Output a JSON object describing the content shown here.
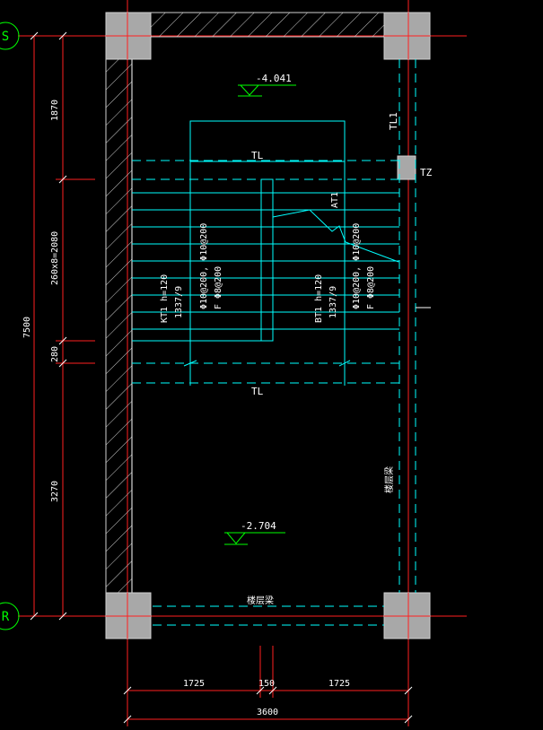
{
  "axes": {
    "top": "S",
    "bottom": "R"
  },
  "levels": {
    "upper": "-4.041",
    "lower": "-2.704"
  },
  "beams": {
    "tl_top": "TL",
    "tl_bottom": "TL",
    "tl1": "TL1",
    "tz": "TZ"
  },
  "flight": {
    "at1": "AT1",
    "left": {
      "code": "KT1 h=120",
      "steps": "1337/9",
      "rebar_main": "Φ10@200, Φ10@200",
      "rebar_dist": "F Φ8@200"
    },
    "right": {
      "code": "BT1 h=120",
      "steps": "1337/9",
      "rebar_main": "Φ10@200, Φ10@200",
      "rebar_dist": "F Φ8@200"
    }
  },
  "notes": {
    "slab_bottom": "楼层梁",
    "slab_right": "楼层梁"
  },
  "dims_vertical": {
    "d1": "1870",
    "d2": "260x8=2080",
    "d3": "280",
    "d4": "3270",
    "total": "7500"
  },
  "dims_horizontal": {
    "d1": "1725",
    "d2": "150",
    "d3": "1725",
    "total": "3600"
  },
  "colors": {
    "background": "#000000",
    "dimension": "#ff2020",
    "structure": "#00ffff",
    "column": "#a8a8a8"
  }
}
